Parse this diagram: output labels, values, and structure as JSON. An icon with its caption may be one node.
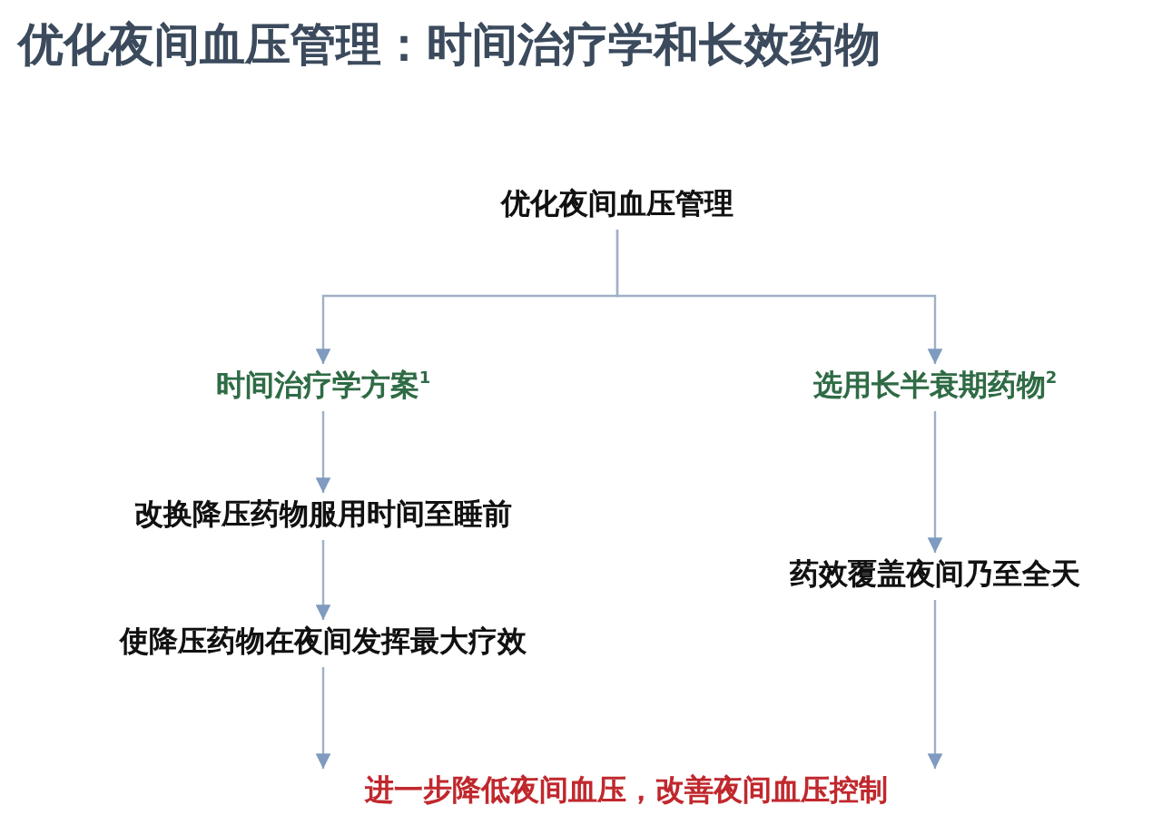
{
  "diagram": {
    "title": "优化夜间血压管理：时间治疗学和长效药物",
    "nodes": [
      {
        "text": [
          "优化夜间血压管理"
        ]
      },
      {
        "text": [
          "时间治疗学方案$^{1}$"
        ]
      },
      {
        "text": [
          "选用长半衰期药物$^{2}$"
        ]
      },
      {
        "text": [
          "改换降压药物服用时间至睡前"
        ]
      },
      {
        "text": [
          "使降压药物在夜间发挥最大疗效"
        ]
      },
      {
        "text": [
          "药效覆盖夜间乃至全天"
        ]
      },
      {
        "text": [
          "进一步降低夜间血压，改善夜间血压控制"
        ]
      }
    ],
    "edges": [
      {
        "from": 0,
        "to": 1,
        "arrow": "to"
      },
      {
        "from": 0,
        "to": 2,
        "arrow": "to"
      },
      {
        "from": 1,
        "to": 3,
        "arrow": "to"
      },
      {
        "from": 3,
        "to": 4,
        "arrow": "to"
      },
      {
        "from": 4,
        "to": 6,
        "arrow": "to"
      },
      {
        "from": 2,
        "to": 5,
        "arrow": "to"
      },
      {
        "from": 5,
        "to": 6,
        "arrow": "to"
      }
    ]
  }
}
